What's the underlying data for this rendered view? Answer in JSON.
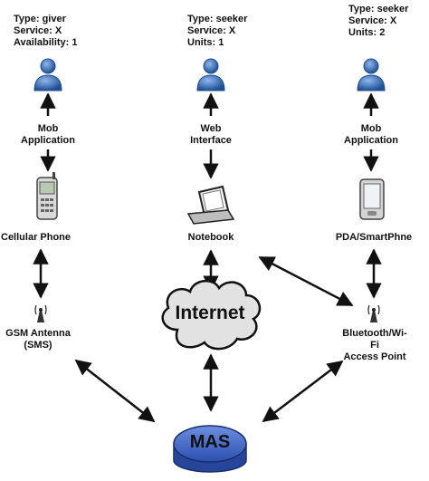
{
  "users": [
    {
      "type": "Type: giver",
      "service": "Service: X",
      "extra": "Availability: 1"
    },
    {
      "type": "Type: seeker",
      "service": "Service: X",
      "extra": "Units: 1"
    },
    {
      "type": "Type: seeker",
      "service": "Service: X",
      "extra": "Units: 2"
    }
  ],
  "interfaces": {
    "left": "Mob\nApplication",
    "center": "Web\nInterface",
    "right": "Mob\nApplication"
  },
  "devices": {
    "left": "Cellular Phone",
    "center": "Notebook",
    "right": "PDA/SmartPhne"
  },
  "antennas": {
    "left": "GSM Antenna\n(SMS)",
    "right": "Bluetooth/Wi-Fi\nAccess Point"
  },
  "cloud_label": "Internet",
  "server_label": "MAS",
  "colors": {
    "user_fill": "#3b7bd0",
    "user_dark": "#1f4f93",
    "cloud_fill": "#e2e2e2",
    "server_fill": "#3a66c9",
    "arrow": "#111111"
  }
}
